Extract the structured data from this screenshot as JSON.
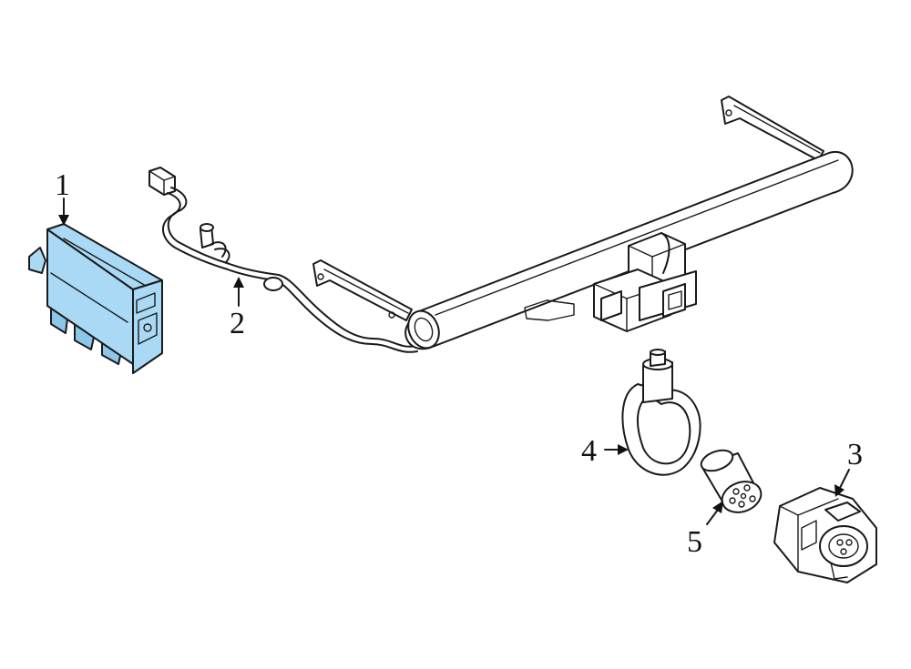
{
  "highlight_color": "#a9d9f5",
  "line_color": "#1a1a1a",
  "callouts": [
    {
      "id": "1",
      "label": "1"
    },
    {
      "id": "2",
      "label": "2"
    },
    {
      "id": "3",
      "label": "3"
    },
    {
      "id": "4",
      "label": "4"
    },
    {
      "id": "5",
      "label": "5"
    }
  ]
}
